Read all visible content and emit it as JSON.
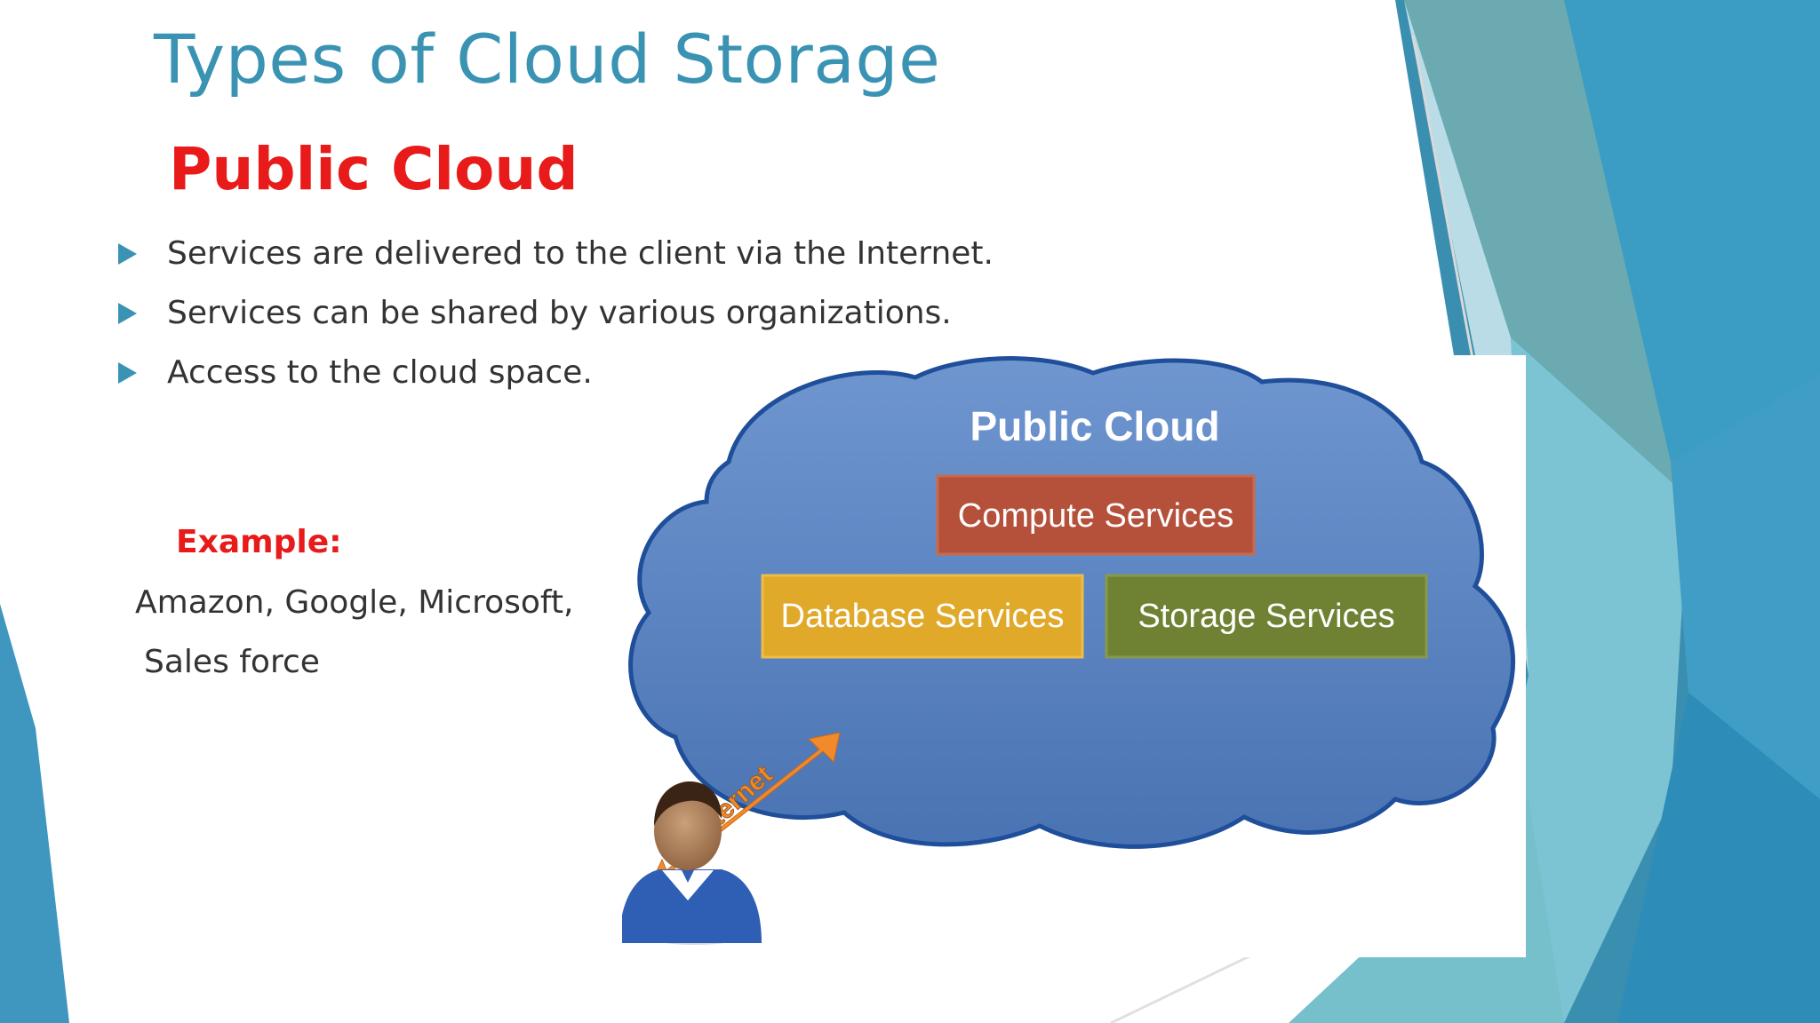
{
  "slide": {
    "title": "Types of Cloud Storage",
    "subtitle": "Public Cloud",
    "bullets": [
      "Services are delivered to the client via the Internet.",
      "Services can be shared by various organizations.",
      "Access to the cloud space."
    ],
    "example": {
      "label": "Example:",
      "lines": [
        "Amazon, Google, Microsoft,",
        "Sales force"
      ]
    }
  },
  "diagram": {
    "cloud_title": "Public Cloud",
    "services": {
      "compute": "Compute Services",
      "database": "Database Services",
      "storage": "Storage Services"
    },
    "arrow_label": "Internet",
    "icons": [
      "cloud-icon",
      "user-icon",
      "double-arrow-icon"
    ]
  },
  "colors": {
    "title": "#3a93b3",
    "accent_red": "#e81a1a",
    "cloud_fill": "#5078b4",
    "compute_box": "#b5513b",
    "database_box": "#e0a929",
    "storage_box": "#6f8233",
    "arrow": "#f08a2a",
    "decor_teal": "#3a9bbf"
  }
}
